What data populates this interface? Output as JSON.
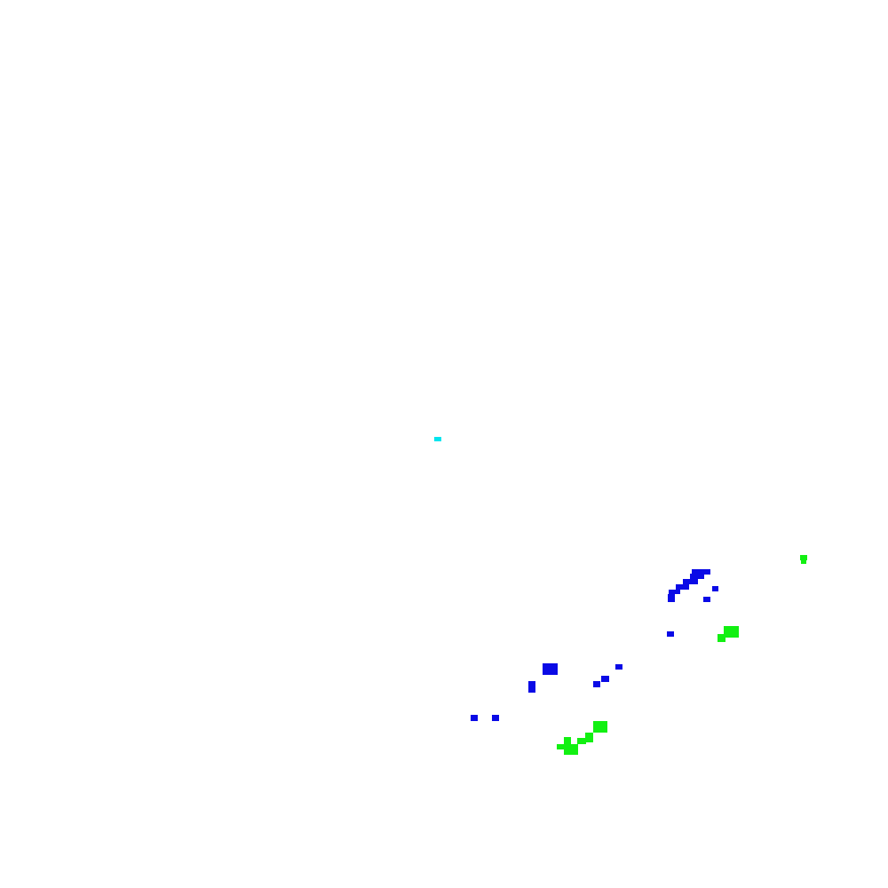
{
  "canvas": {
    "background": "#ffffff"
  },
  "palette": {
    "cyan": "#00e5ee",
    "blue": "#0a0ae6",
    "green": "#12f012"
  },
  "clusters": [
    {
      "name": "cyan-marker",
      "color": "cyan"
    },
    {
      "name": "green-cluster-right",
      "color": "green"
    },
    {
      "name": "blue-cluster-upper",
      "color": "blue"
    },
    {
      "name": "green-cluster-middle",
      "color": "green"
    },
    {
      "name": "blue-cluster-lower",
      "color": "blue"
    },
    {
      "name": "green-cluster-lower",
      "color": "green"
    }
  ]
}
